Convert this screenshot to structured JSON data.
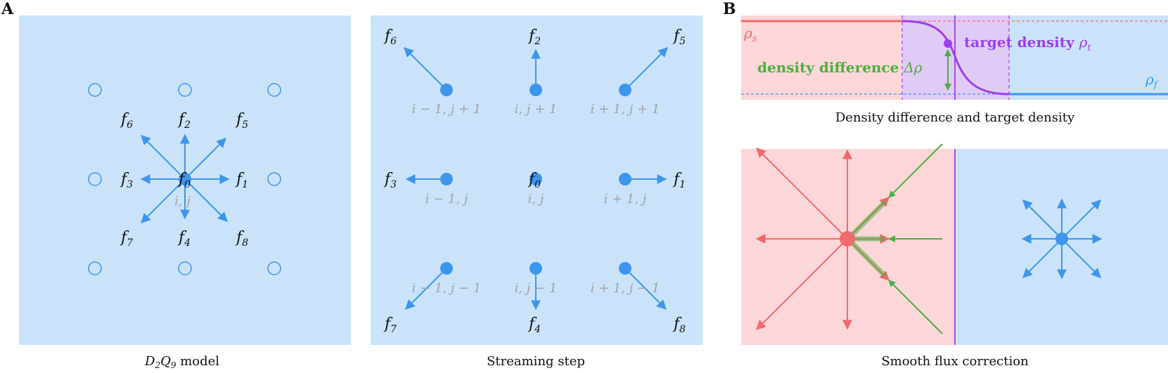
{
  "panel_letters": {
    "a": "A",
    "b": "B"
  },
  "colors": {
    "panel_bg": "#cae3fa",
    "blue": "#3d96ee",
    "red": "#f26a6a",
    "red_bg": "#fdd6d9",
    "purple": "#9b3ef0",
    "purple_bg": "#e0cbf7",
    "green": "#4caf3f",
    "grey_text": "#a3a3a3"
  },
  "panel_a1": {
    "caption_main": "D",
    "caption_sub1": "2",
    "caption_q": "Q",
    "caption_sub2": "9",
    "caption_tail": " model",
    "center_grid_label": "i, j",
    "dirs": [
      {
        "name": "f",
        "sub": "0"
      },
      {
        "name": "f",
        "sub": "1"
      },
      {
        "name": "f",
        "sub": "2"
      },
      {
        "name": "f",
        "sub": "3"
      },
      {
        "name": "f",
        "sub": "4"
      },
      {
        "name": "f",
        "sub": "5"
      },
      {
        "name": "f",
        "sub": "6"
      },
      {
        "name": "f",
        "sub": "7"
      },
      {
        "name": "f",
        "sub": "8"
      }
    ]
  },
  "panel_a2": {
    "caption": "Streaming step",
    "nodes": [
      {
        "coord": "i − 1, j + 1",
        "label": "f",
        "sub": "6"
      },
      {
        "coord": "i, j + 1",
        "label": "f",
        "sub": "2"
      },
      {
        "coord": "i + 1, j + 1",
        "label": "f",
        "sub": "5"
      },
      {
        "coord": "i − 1, j",
        "label": "f",
        "sub": "3"
      },
      {
        "coord": "i, j",
        "label": "f",
        "sub": "0"
      },
      {
        "coord": "i + 1, j",
        "label": "f",
        "sub": "1"
      },
      {
        "coord": "i − 1, j − 1",
        "label": "f",
        "sub": "7"
      },
      {
        "coord": "i, j − 1",
        "label": "f",
        "sub": "4"
      },
      {
        "coord": "i + 1, j − 1",
        "label": "f",
        "sub": "8"
      }
    ]
  },
  "panel_b1": {
    "caption": "Density difference and target density",
    "rho_s": "ρ",
    "rho_s_sub": "s",
    "rho_f": "ρ",
    "rho_f_sub": "f",
    "target_label": "target density ",
    "target_sym": "ρ",
    "target_sub": "t",
    "diff_label": "density difference ",
    "diff_sym": "Δρ"
  },
  "panel_b2": {
    "caption": "Smooth flux correction"
  }
}
